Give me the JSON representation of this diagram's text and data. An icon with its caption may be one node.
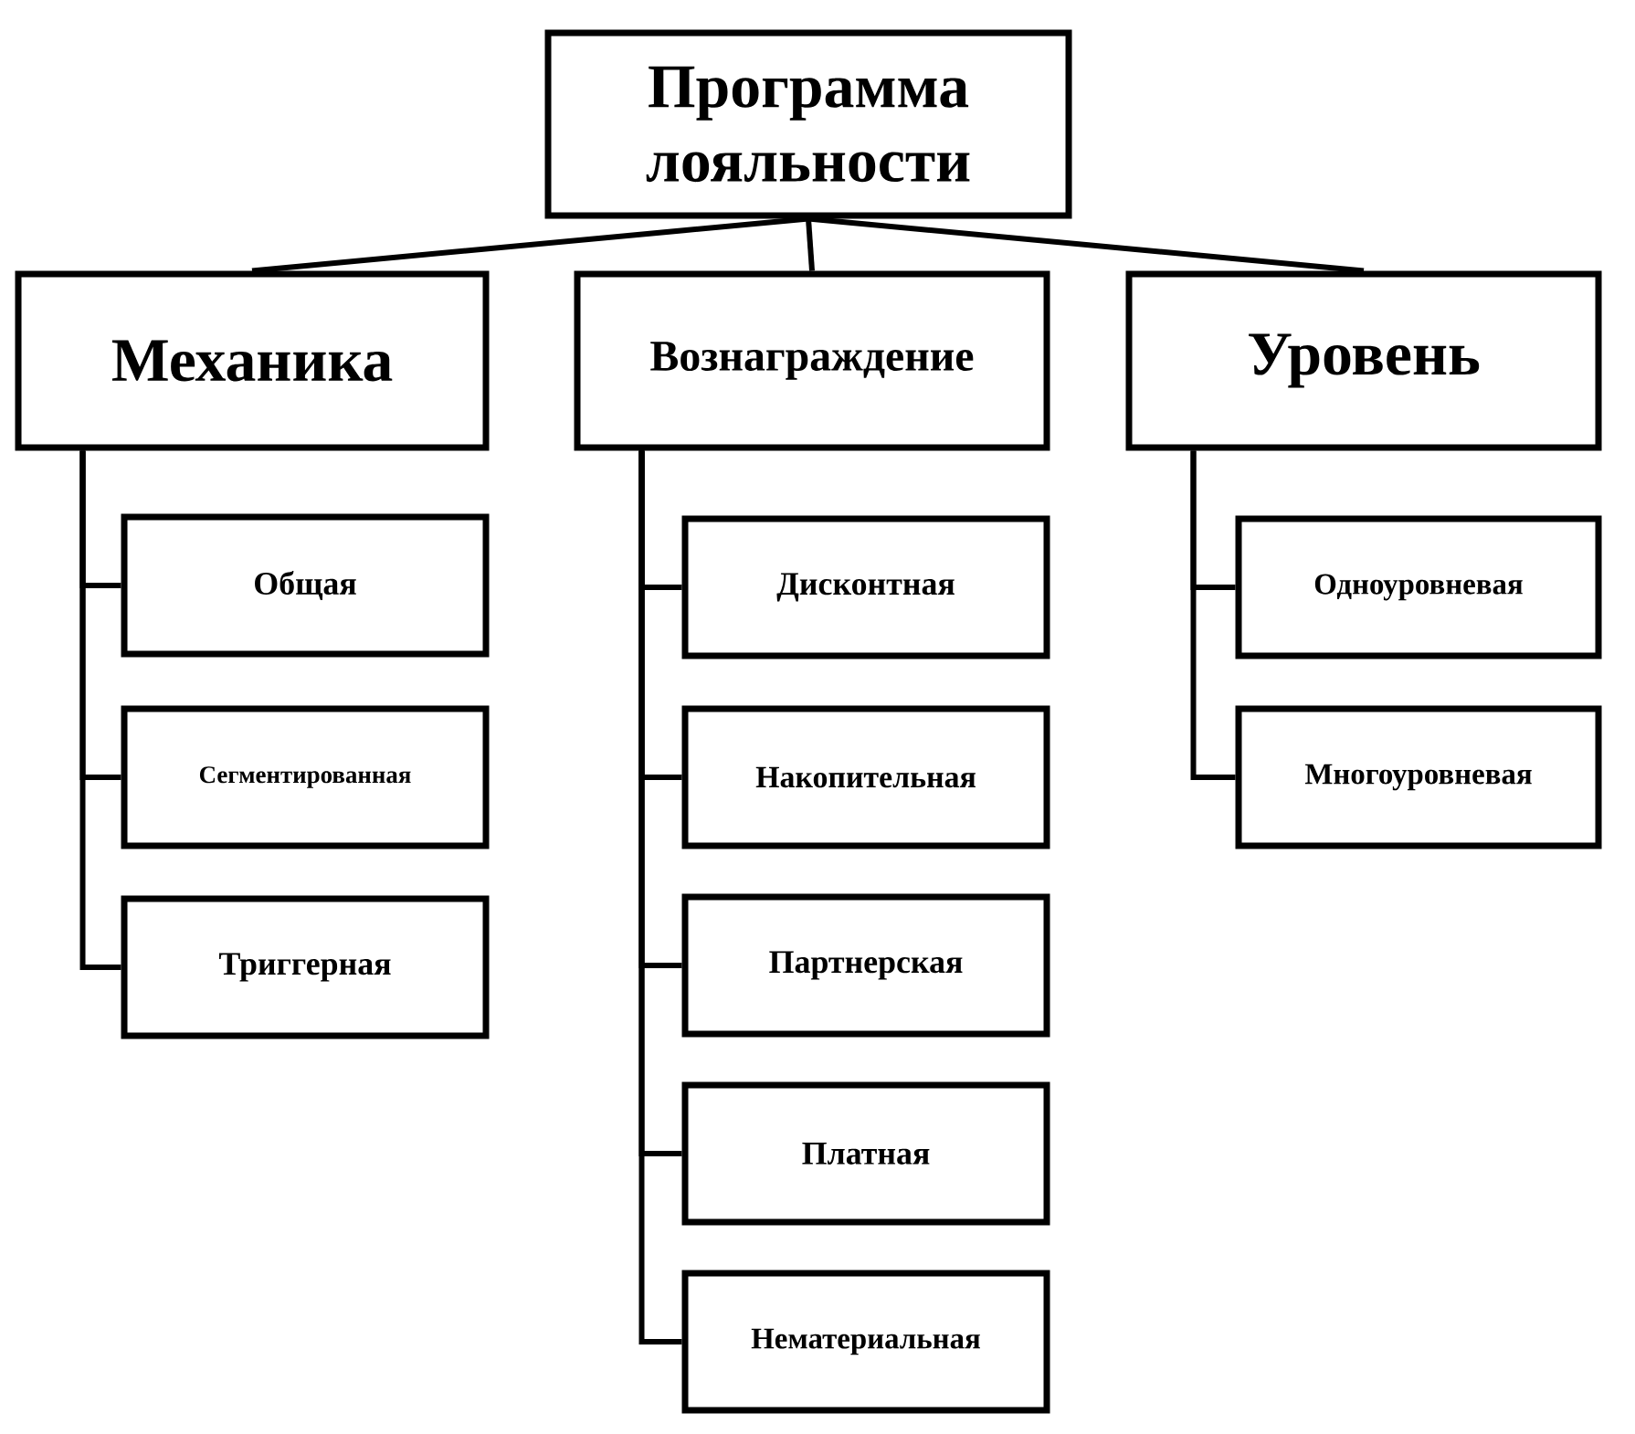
{
  "diagram": {
    "nodes": [
      {
        "text": [
          "Программа лояльности"
        ]
      },
      {
        "text": [
          "Механика"
        ]
      },
      {
        "text": [
          "Вознаграждение"
        ]
      },
      {
        "text": [
          "Уровень"
        ]
      },
      {
        "text": [
          "Общая"
        ]
      },
      {
        "text": [
          "Сегментированная"
        ]
      },
      {
        "text": [
          "Триггерная"
        ]
      },
      {
        "text": [
          "Дисконтная"
        ]
      },
      {
        "text": [
          "Накопительная"
        ]
      },
      {
        "text": [
          "Партнерская"
        ]
      },
      {
        "text": [
          "Платная"
        ]
      },
      {
        "text": [
          "Нематериальная"
        ]
      },
      {
        "text": [
          "Одноуровневая"
        ]
      },
      {
        "text": [
          "Многоуровневая"
        ]
      }
    ],
    "edges": [
      {
        "from": 0,
        "to": 1,
        "arrow": "none"
      },
      {
        "from": 0,
        "to": 2,
        "arrow": "none"
      },
      {
        "from": 0,
        "to": 3,
        "arrow": "none"
      },
      {
        "from": 1,
        "to": 4,
        "arrow": "none"
      },
      {
        "from": 1,
        "to": 5,
        "arrow": "none"
      },
      {
        "from": 1,
        "to": 6,
        "arrow": "none"
      },
      {
        "from": 2,
        "to": 7,
        "arrow": "none"
      },
      {
        "from": 2,
        "to": 8,
        "arrow": "none"
      },
      {
        "from": 2,
        "to": 9,
        "arrow": "none"
      },
      {
        "from": 2,
        "to": 10,
        "arrow": "none"
      },
      {
        "from": 2,
        "to": 11,
        "arrow": "none"
      },
      {
        "from": 3,
        "to": 12,
        "arrow": "none"
      },
      {
        "from": 3,
        "to": 13,
        "arrow": "none"
      }
    ]
  }
}
